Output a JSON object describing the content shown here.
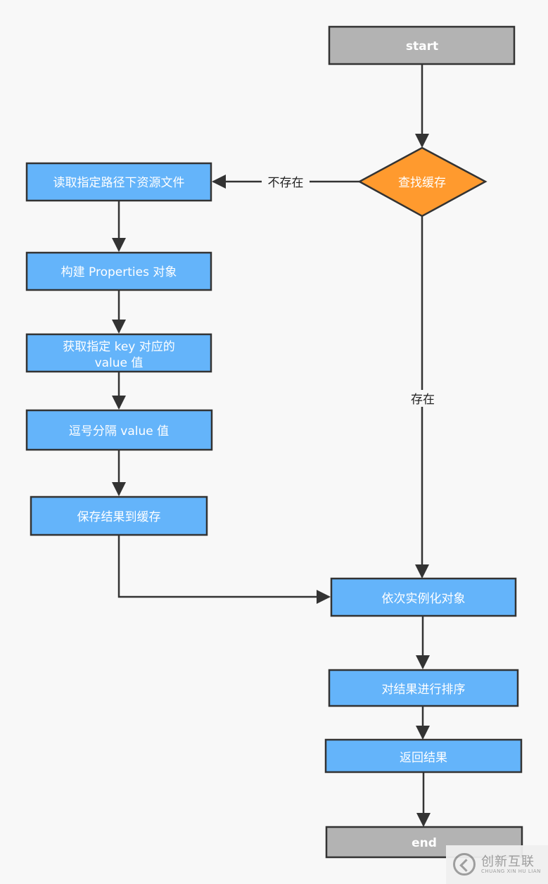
{
  "nodes": {
    "start": "start",
    "lookup_cache": "查找缓存",
    "read_resource_1": "读取指定路径下资源文件",
    "build_properties": "构建 Properties 对象",
    "get_value_line1": "获取指定 key 对应的",
    "get_value_line2": "value 值",
    "split_value": "逗号分隔 value 值",
    "save_cache": "保存结果到缓存",
    "instantiate": "依次实例化对象",
    "sort": "对结果进行排序",
    "return_result": "返回结果",
    "end": "end"
  },
  "edges": {
    "not_exist": "不存在",
    "exist": "存在"
  },
  "watermark": {
    "cn": "创新互联",
    "en": "CHUANG XIN HU LIAN"
  },
  "colors": {
    "process": "#64b4fa",
    "terminal": "#b3b3b3",
    "decision": "#ff9a2e",
    "stroke": "#333333",
    "background": "#f8f8f8"
  }
}
